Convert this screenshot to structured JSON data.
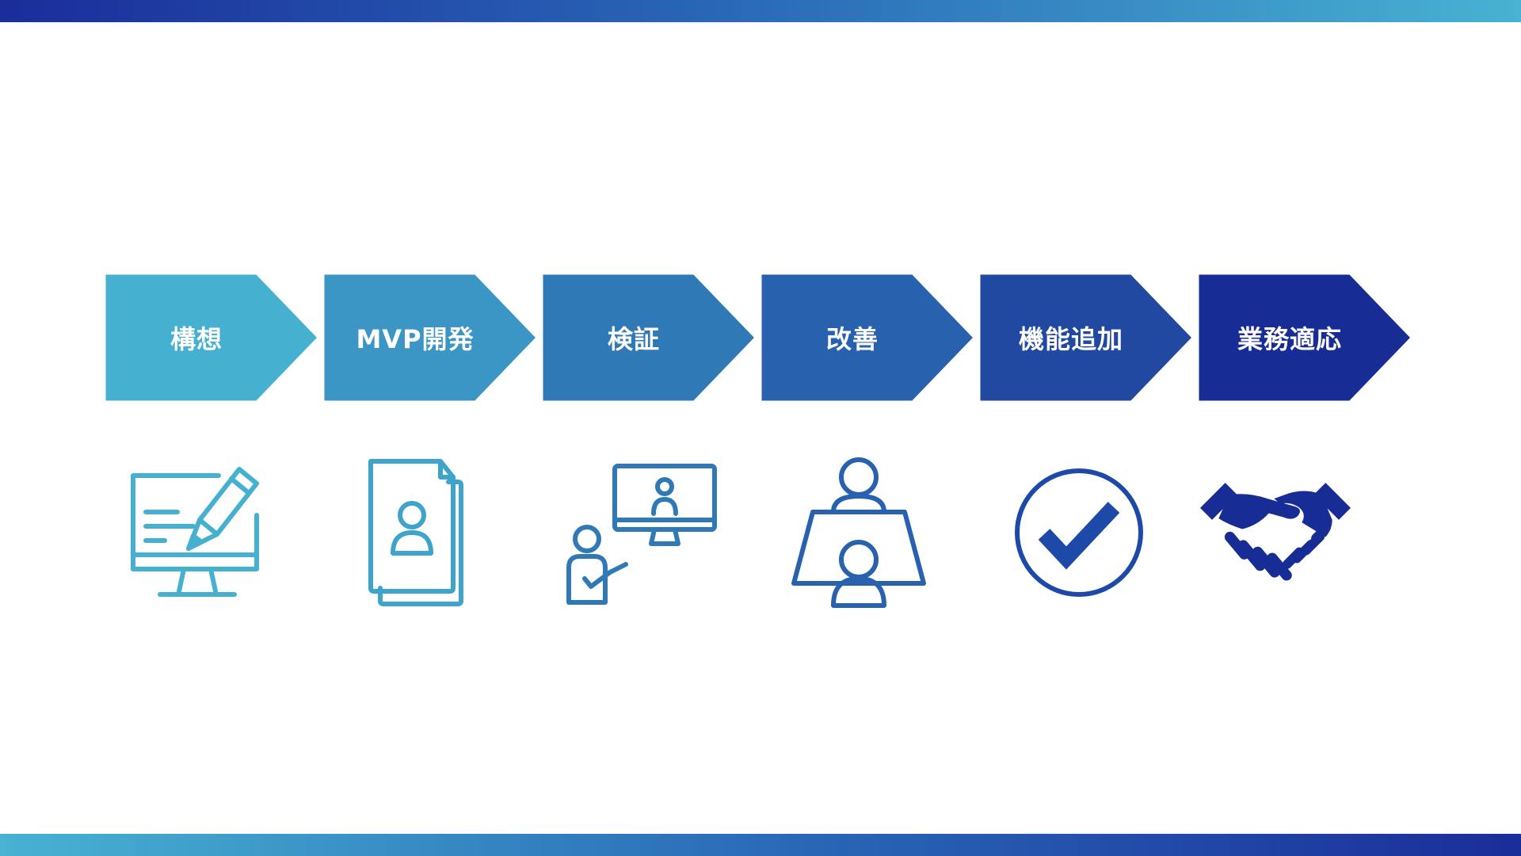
{
  "colors": {
    "step1": "#45b0cf",
    "step2": "#3b95c5",
    "step3": "#2f79b7",
    "step4": "#2861ae",
    "step5": "#2149a2",
    "step6": "#172d95",
    "icon1": "#45b0cf",
    "icon2": "#3ea4ca",
    "icon3": "#2f79b7",
    "icon4": "#2861ae",
    "icon5": "#1d4aa8",
    "icon6": "#172d95"
  },
  "steps": [
    {
      "label": "構想",
      "icon": "computer-pencil-icon"
    },
    {
      "label": "MVP開発",
      "icon": "document-person-icon"
    },
    {
      "label": "検証",
      "icon": "presenter-screen-icon"
    },
    {
      "label": "改善",
      "icon": "meeting-table-icon"
    },
    {
      "label": "機能追加",
      "icon": "check-circle-icon"
    },
    {
      "label": "業務適応",
      "icon": "handshake-icon"
    }
  ]
}
